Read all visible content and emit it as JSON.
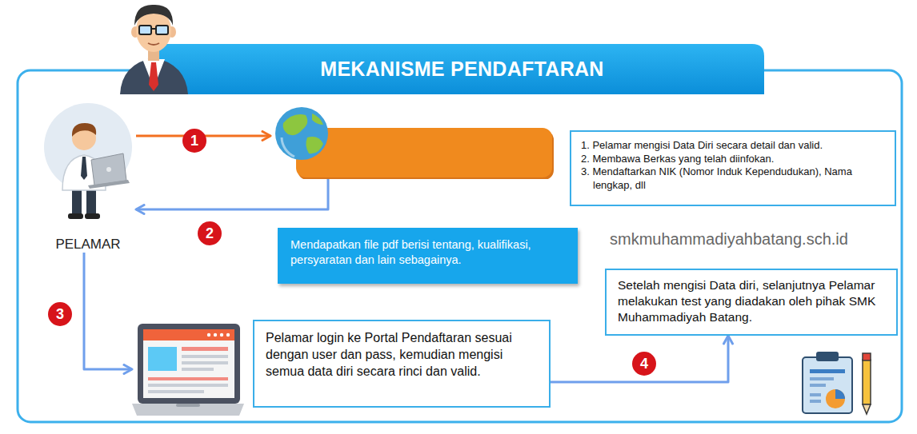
{
  "diagram": {
    "title": "MEKANISME PENDAFTARAN",
    "nodes": [
      {
        "text": [
          "PELAMAR"
        ]
      },
      {
        "text": []
      },
      {
        "text": [
          "1. Pelamar mengisi Data Diri secara detail dan valid.",
          "2. Membawa Berkas yang telah diinfokan.",
          "3. Mendaftarkan NIK (Nomor Induk Kependudukan), Nama lengkap, dll"
        ]
      },
      {
        "text": [
          "Mendapatkan file pdf berisi tentang, kualifikasi, persyaratan dan lain sebagainya."
        ]
      },
      {
        "text": []
      },
      {
        "text": [
          "Pelamar login ke Portal Pendaftaran sesuai dengan user dan pass, kemudian mengisi semua data diri secara rinci dan valid."
        ]
      },
      {
        "text": [
          "Setelah mengisi Data diri, selanjutnya Pelamar melakukan test yang diadakan oleh pihak SMK Muhammadiyah Batang."
        ]
      }
    ],
    "edges": [
      {
        "from": 0,
        "to": 1,
        "arrow": "to",
        "label": "1"
      },
      {
        "from": 1,
        "to": 0,
        "arrow": "to",
        "label": "2"
      },
      {
        "from": 0,
        "to": 4,
        "arrow": "to",
        "label": "3"
      },
      {
        "from": 5,
        "to": 6,
        "arrow": "to",
        "label": "4"
      }
    ],
    "labels": [
      "smkmuhammadiyahbatang.sch.id"
    ]
  }
}
